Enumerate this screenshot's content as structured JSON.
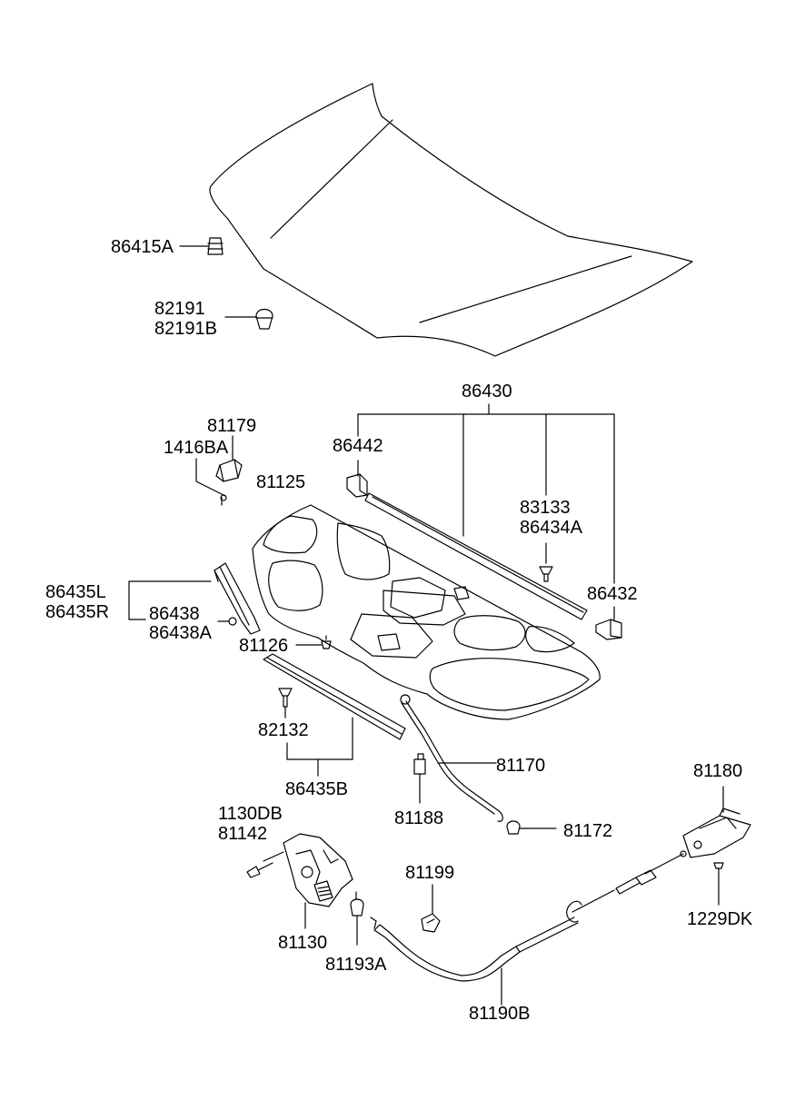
{
  "colors": {
    "line": "#000000",
    "background": "#ffffff"
  },
  "labels": {
    "p86415A": "86415A",
    "p82191": "82191",
    "p82191B": "82191B",
    "p86430": "86430",
    "p81179": "81179",
    "p1416BA": "1416BA",
    "p86442": "86442",
    "p81125": "81125",
    "p83133": "83133",
    "p86434A": "86434A",
    "p86435L": "86435L",
    "p86435R": "86435R",
    "p86438": "86438",
    "p86438A": "86438A",
    "p86432": "86432",
    "p81126": "81126",
    "p82132": "82132",
    "p86435B": "86435B",
    "p81170": "81170",
    "p81188": "81188",
    "p81172": "81172",
    "p81180": "81180",
    "p1130DB": "1130DB",
    "p81142": "81142",
    "p81199": "81199",
    "p1229DK": "1229DK",
    "p81130": "81130",
    "p81193A": "81193A",
    "p81190B": "81190B"
  }
}
